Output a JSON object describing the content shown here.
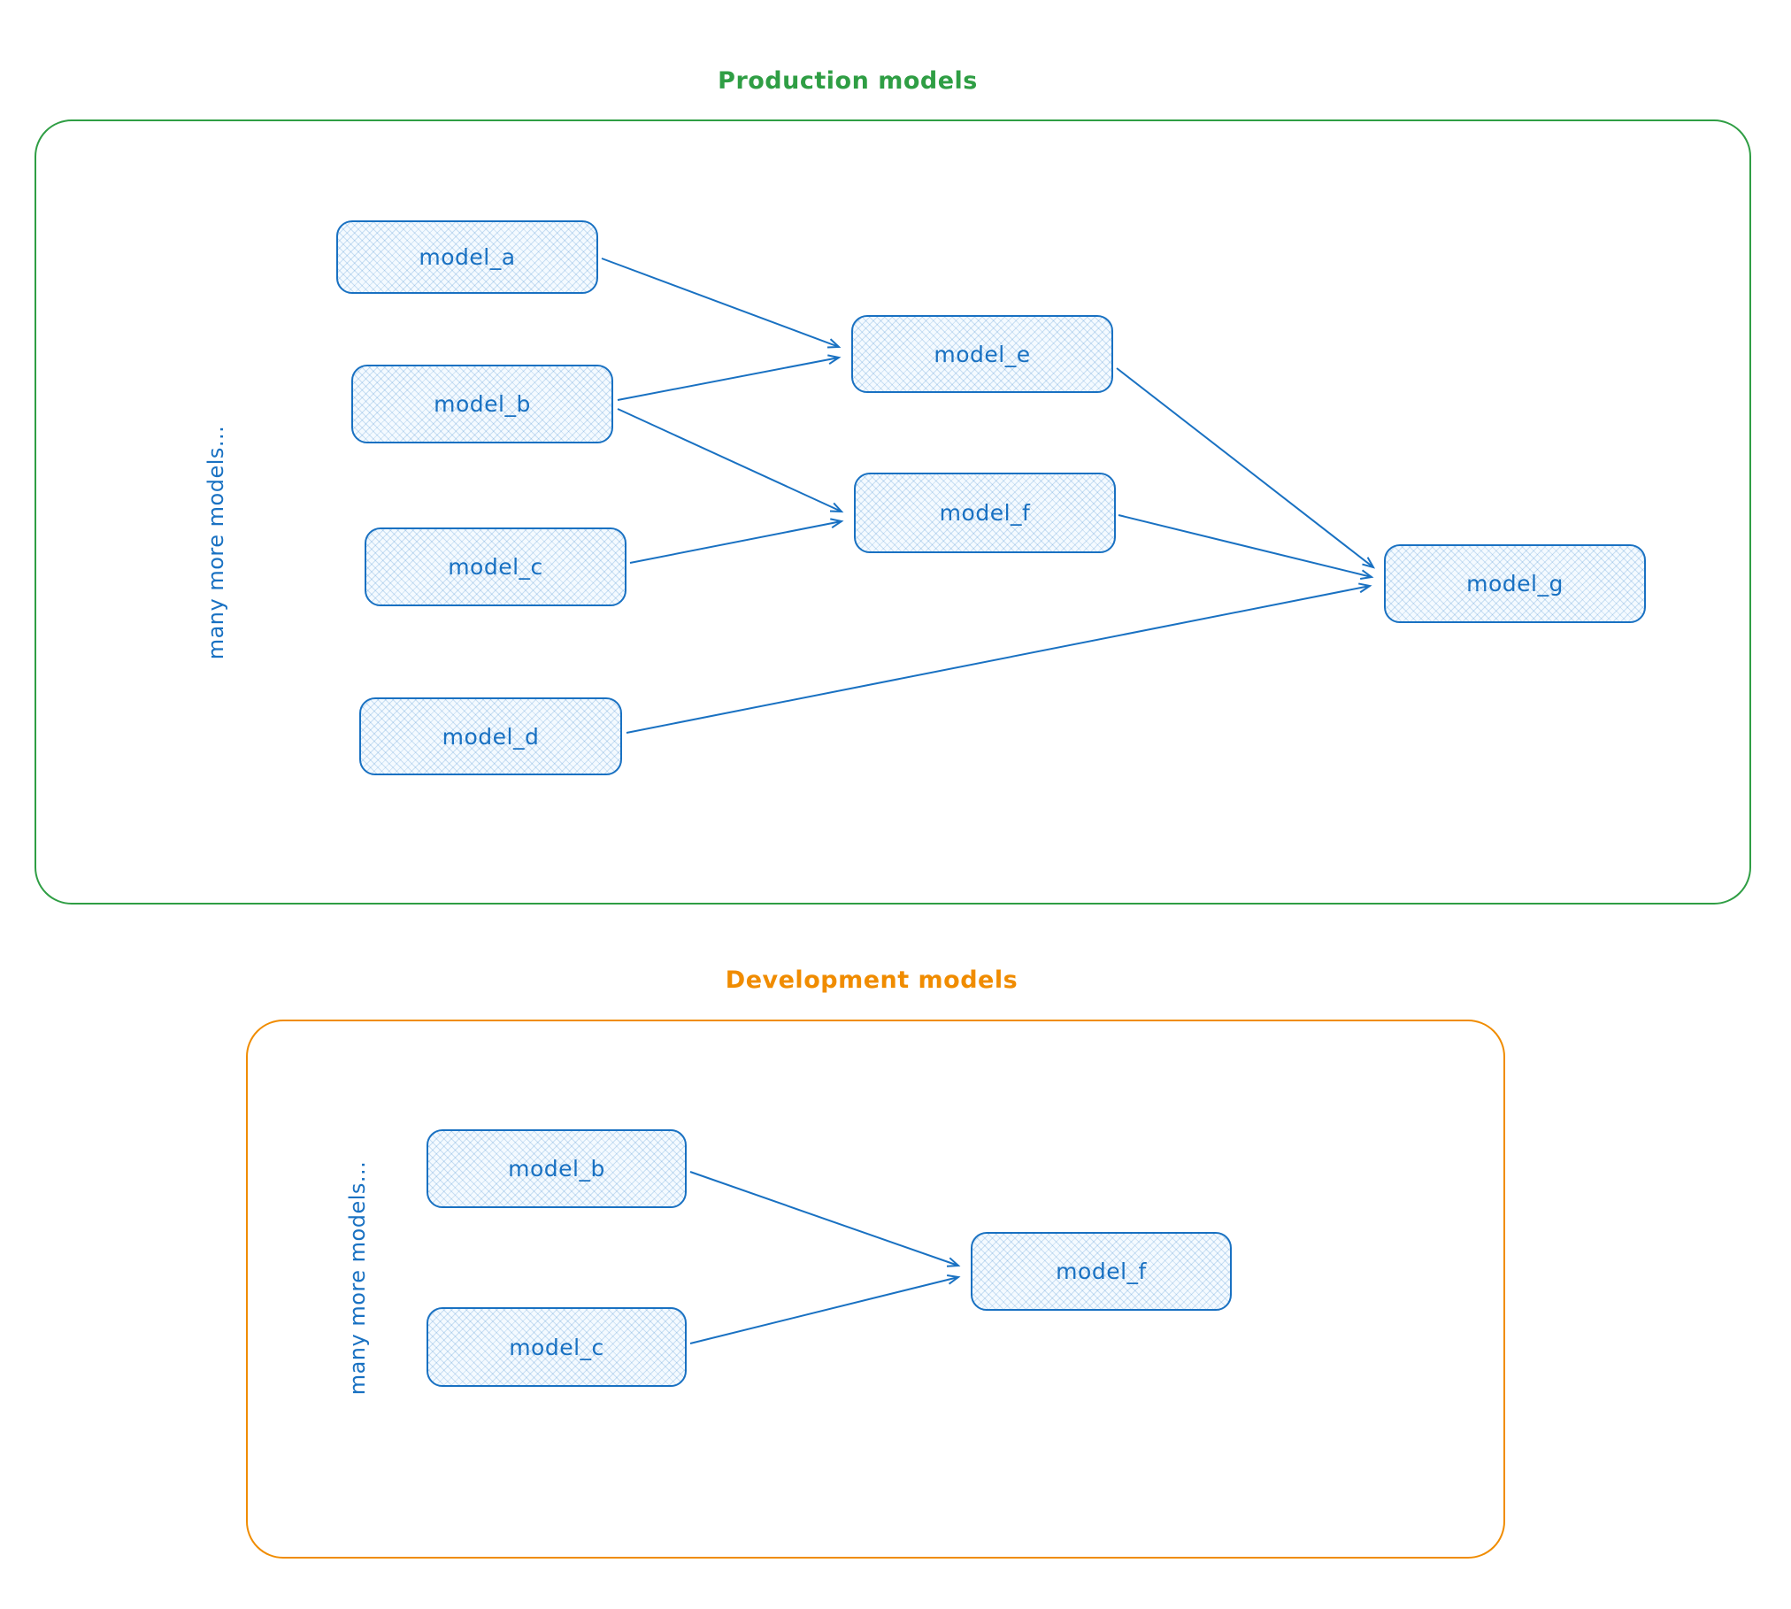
{
  "production": {
    "title": "Production models",
    "side_label": "many more models...",
    "nodes": [
      {
        "id": "model_a",
        "label": "model_a"
      },
      {
        "id": "model_b",
        "label": "model_b"
      },
      {
        "id": "model_c",
        "label": "model_c"
      },
      {
        "id": "model_d",
        "label": "model_d"
      },
      {
        "id": "model_e",
        "label": "model_e"
      },
      {
        "id": "model_f",
        "label": "model_f"
      },
      {
        "id": "model_g",
        "label": "model_g"
      }
    ],
    "edges": [
      {
        "from": "model_a",
        "to": "model_e"
      },
      {
        "from": "model_b",
        "to": "model_e"
      },
      {
        "from": "model_b",
        "to": "model_f"
      },
      {
        "from": "model_c",
        "to": "model_f"
      },
      {
        "from": "model_d",
        "to": "model_g"
      },
      {
        "from": "model_e",
        "to": "model_g"
      },
      {
        "from": "model_f",
        "to": "model_g"
      }
    ]
  },
  "development": {
    "title": "Development models",
    "side_label": "many more models...",
    "nodes": [
      {
        "id": "model_b",
        "label": "model_b"
      },
      {
        "id": "model_c",
        "label": "model_c"
      },
      {
        "id": "model_f",
        "label": "model_f"
      }
    ],
    "edges": [
      {
        "from": "model_b",
        "to": "model_f"
      },
      {
        "from": "model_c",
        "to": "model_f"
      }
    ]
  },
  "colors": {
    "production_border": "#2f9e44",
    "development_border": "#f08c00",
    "node_stroke": "#1971c2",
    "node_fill": "#e8f3fd"
  }
}
